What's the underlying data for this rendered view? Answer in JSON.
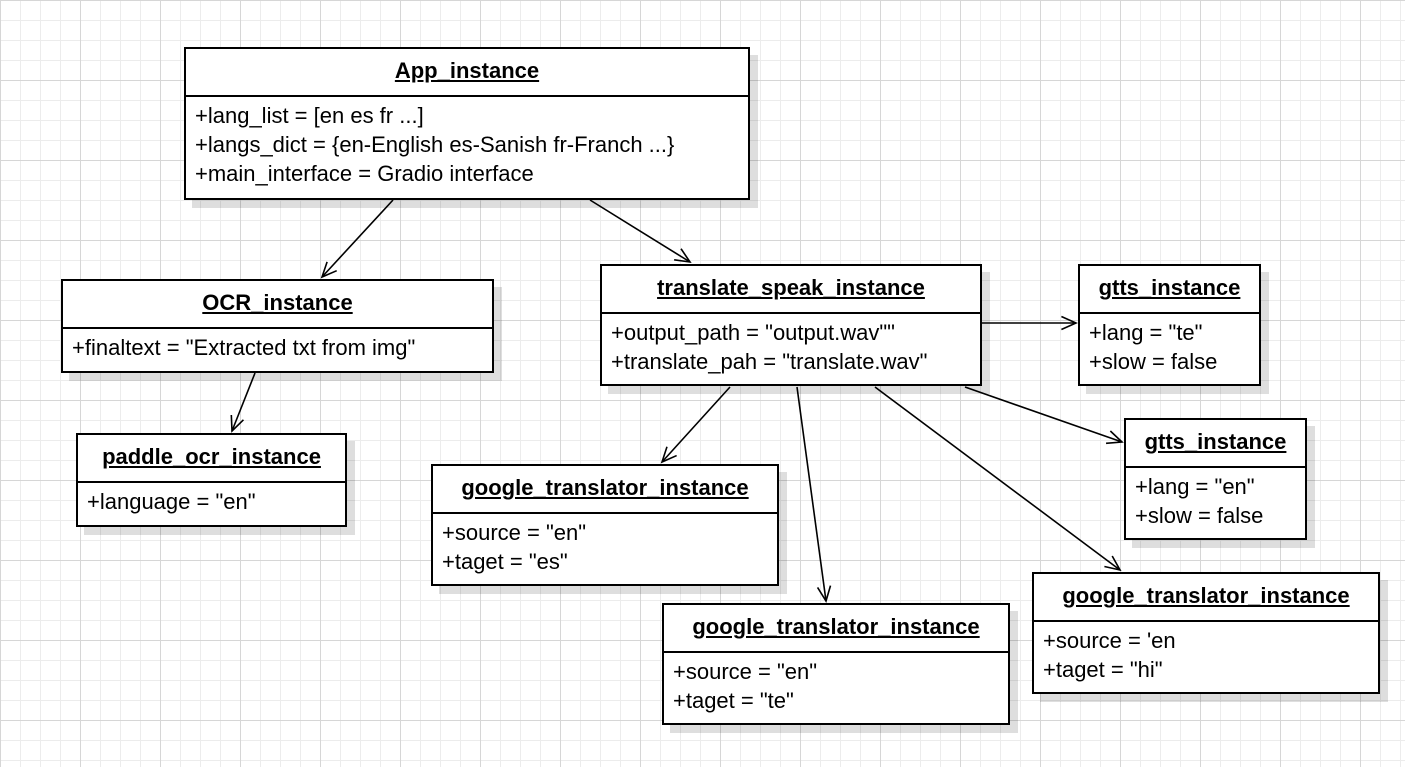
{
  "nodes": {
    "app": {
      "title": "App_instance",
      "attrs": [
        "+lang_list = [en es fr ...]",
        "+langs_dict = {en-English es-Sanish fr-Franch ...}",
        "+main_interface = Gradio interface"
      ]
    },
    "ocr": {
      "title": "OCR_instance",
      "attrs": [
        "+finaltext = \"Extracted txt from img\""
      ]
    },
    "paddle": {
      "title": "paddle_ocr_instance",
      "attrs": [
        "+language = \"en\""
      ]
    },
    "translate_speak": {
      "title": "translate_speak_instance",
      "attrs": [
        "+output_path = \"output.wav\"\"",
        "+translate_pah = \"translate.wav\""
      ]
    },
    "gtts_te": {
      "title": "gtts_instance",
      "attrs": [
        "+lang = \"te\"",
        "+slow = false"
      ]
    },
    "gtts_en": {
      "title": "gtts_instance",
      "attrs": [
        "+lang = \"en\"",
        "+slow = false"
      ]
    },
    "gt_es": {
      "title": "google_translator_instance",
      "attrs": [
        "+source = \"en\"",
        "+taget = \"es\""
      ]
    },
    "gt_te": {
      "title": "google_translator_instance",
      "attrs": [
        "+source = \"en\"",
        "+taget = \"te\""
      ]
    },
    "gt_hi": {
      "title": "google_translator_instance",
      "attrs": [
        "+source = 'en",
        "+taget = \"hi\""
      ]
    }
  },
  "edges": [
    {
      "from": "app",
      "to": "ocr"
    },
    {
      "from": "app",
      "to": "translate_speak"
    },
    {
      "from": "ocr",
      "to": "paddle"
    },
    {
      "from": "translate_speak",
      "to": "gtts_te"
    },
    {
      "from": "translate_speak",
      "to": "gtts_en"
    },
    {
      "from": "translate_speak",
      "to": "gt_es"
    },
    {
      "from": "translate_speak",
      "to": "gt_te"
    },
    {
      "from": "translate_speak",
      "to": "gt_hi"
    }
  ]
}
